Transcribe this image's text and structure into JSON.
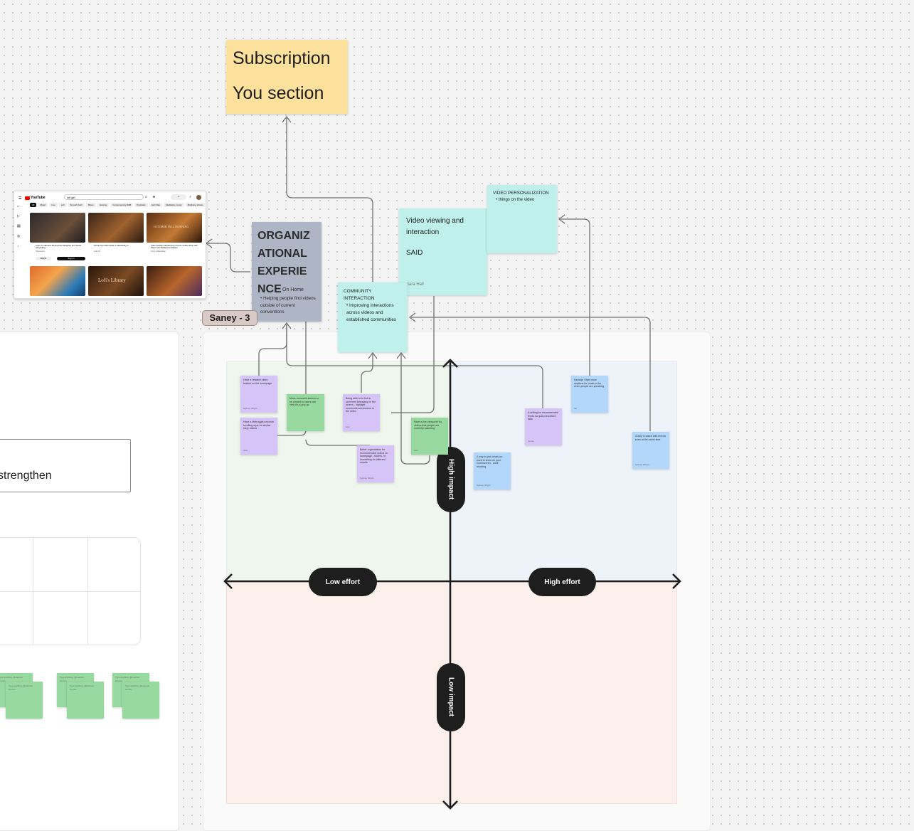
{
  "header_note": {
    "line1": "Subscription",
    "line2": "You section"
  },
  "org_note": {
    "title": "ORGANIZ ATIONAL EXPERIE NCE",
    "title_lines": [
      "ORGANIZ",
      "ATIONAL",
      "EXPERIE",
      "NCE"
    ],
    "suffix": "On Home",
    "bullet": "Helping people find videos outside of current conventions"
  },
  "tag": {
    "label": "Saney - 3"
  },
  "video_viewing": {
    "title": "Video viewing and interaction",
    "said": "SAID",
    "author": "Sara Hall"
  },
  "video_personalization": {
    "title": "VIDEO PERSONALIZATION",
    "bullet": "things on the video"
  },
  "community": {
    "title": "COMMUNITY INTERACTION",
    "bullet": "Improving interactions across videos and established communities"
  },
  "left_panel": {
    "input_text": "strengthen"
  },
  "matrix": {
    "high_impact": "High impact",
    "low_impact": "Low impact",
    "low_effort": "Low effort",
    "high_effort": "High effort"
  },
  "stickies": {
    "s1": {
      "text": "Have a rewatch video feature on the homepage",
      "author": "Sydney Wright"
    },
    "s2": {
      "text": "Have a Metroggle-seconds scrolling style for similar story videos",
      "author": "Jack"
    },
    "s3": {
      "text": "Move comment section to be pinned so users can view it's a pop up",
      "author": ""
    },
    "s4": {
      "text": "Being able to to find a comment timestamp in the screen - highlight comments somewhere in the video",
      "author": "Ivan"
    },
    "s5": {
      "text": "Better organization for recommended videos on homepage - folders, or something for different moods",
      "author": "Sydney Wright"
    },
    "s6": {
      "text": "Have a live viewpoint for videos that people are currently watching",
      "author": "Ivan"
    },
    "s7": {
      "text": "A way to pick what you want to show on your homescreen - want blocking",
      "author": "Sydney Wright"
    },
    "s8": {
      "text": "A setting for recommended feeds not just prescribed tabs",
      "author": "Jenna"
    },
    "s9": {
      "text": "Karaoke Style close captions for music or for when people are speaking",
      "author": "Ian"
    },
    "s10": {
      "text": "A way to watch with friends even at the same time",
      "author": "Sydney Wright"
    }
  },
  "small_note_text": "Type anything, @mention anyone",
  "youtube": {
    "logo": "YouTube",
    "search": "lofi girl",
    "chips": [
      "All",
      "Music",
      "Live",
      "Lofi",
      "Smooth Jazz",
      "Mixes",
      "Gaming",
      "Contemporary R&B",
      "Podcasts",
      "Jazz Rap",
      "Meditation music",
      "Mukbang shows"
    ],
    "videos": [
      {
        "title": "Learn To Harness Perspective Metaphor And Visual Storytelling",
        "channel": "Sponsored"
      },
      {
        "title": "lofi hip hop radio beats to relax/study to",
        "channel": "Lofi Girl"
      },
      {
        "title": "Calm October Fall Morning at Cozy Coffee Shop with Piano Jazz Background Music",
        "channel": "Cozy Coffee Shop"
      }
    ],
    "thumb_labels": [
      "OCTOBER FALL MORNING",
      "Lofi's Library"
    ],
    "sign_in": "Sign in",
    "watch": "Watch"
  },
  "colors": {
    "yellow": "#fbe19b",
    "grey_note": "#aeb6c6",
    "teal": "#bff0eb",
    "purple": "#d6c3f7",
    "green": "#98d99f",
    "blue": "#b3d7fb",
    "quadrant_green": "#eef6ee",
    "quadrant_blue": "#eef3f9",
    "quadrant_red": "#fbf0ec",
    "dark_pill": "#1e1e1e"
  }
}
